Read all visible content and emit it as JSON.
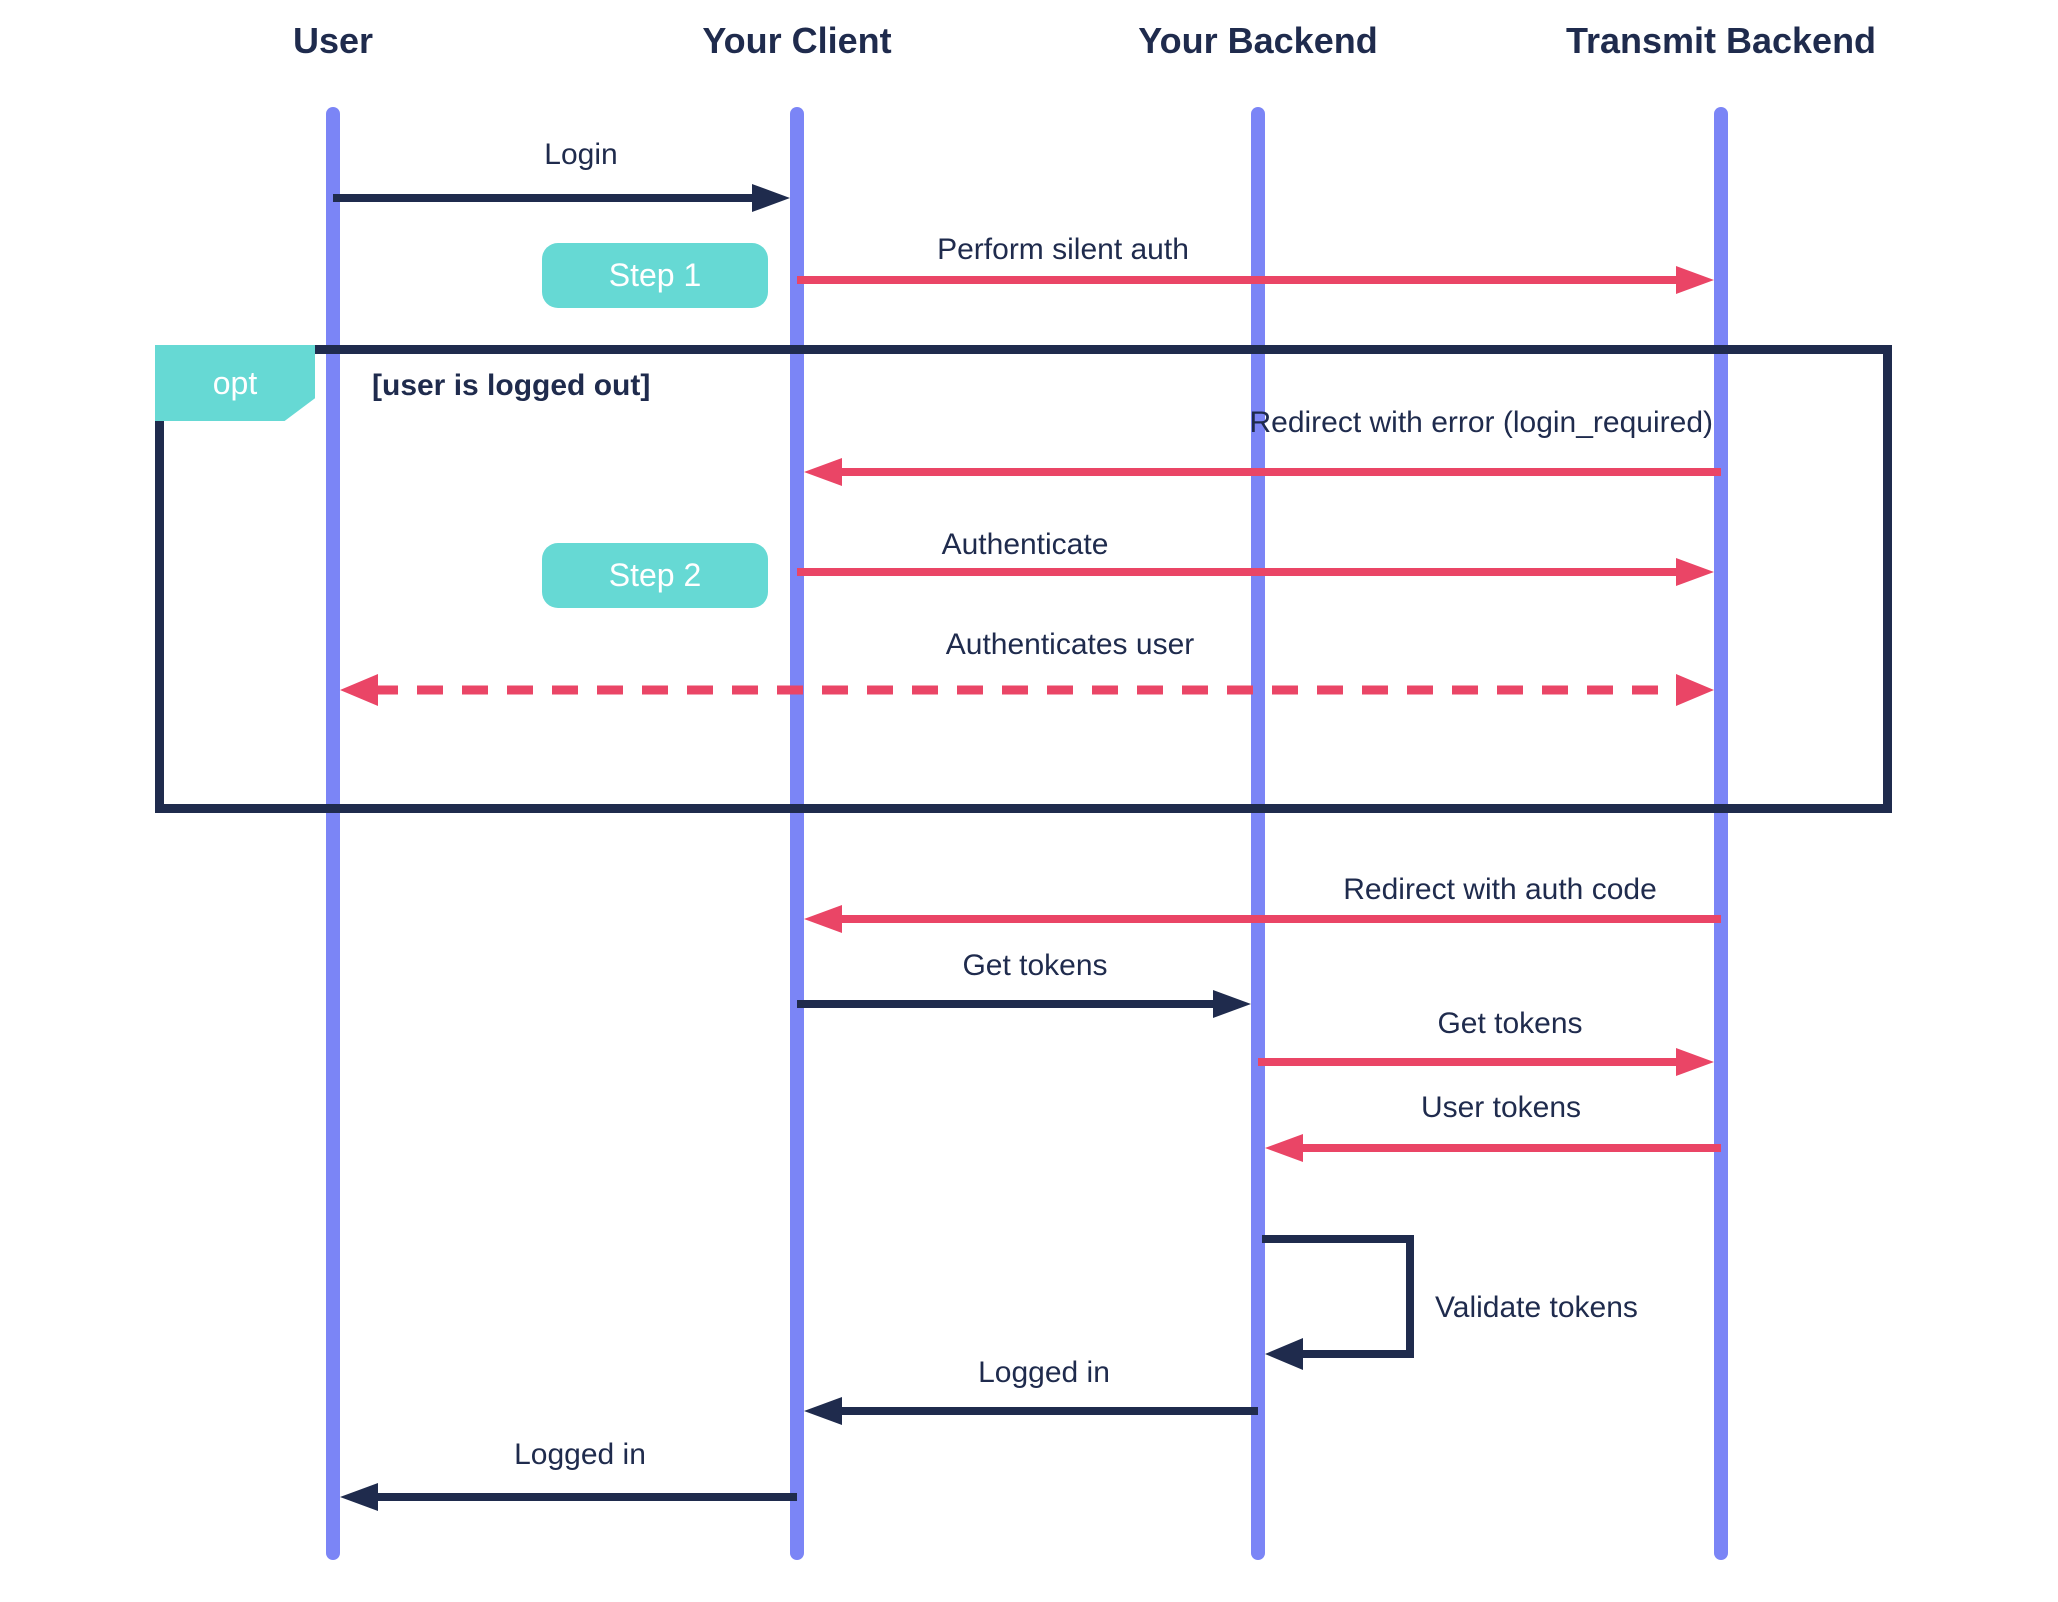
{
  "diagram": {
    "type": "sequence-diagram",
    "actors": [
      {
        "name": "User"
      },
      {
        "name": "Your Client"
      },
      {
        "name": "Your Backend"
      },
      {
        "name": "Transmit Backend"
      }
    ],
    "steps": [
      {
        "label": "Step 1"
      },
      {
        "label": "Step 2"
      }
    ],
    "opt": {
      "keyword": "opt",
      "condition": "[user is logged out]"
    },
    "messages": [
      {
        "from": "User",
        "to": "Your Client",
        "label": "Login",
        "style": "solid-dark"
      },
      {
        "from": "Your Client",
        "to": "Transmit Backend",
        "label": "Perform silent auth",
        "style": "solid-red",
        "step": "Step 1"
      },
      {
        "from": "Transmit Backend",
        "to": "Your Client",
        "label": "Redirect with error (login_required)",
        "style": "solid-red",
        "in_opt": true
      },
      {
        "from": "Your Client",
        "to": "Transmit Backend",
        "label": "Authenticate",
        "style": "solid-red",
        "step": "Step 2",
        "in_opt": true
      },
      {
        "from": "Transmit Backend",
        "to": "User",
        "label": "Authenticates user",
        "style": "dashed-red-double-arrow",
        "in_opt": true
      },
      {
        "from": "Transmit Backend",
        "to": "Your Client",
        "label": "Redirect with auth code",
        "style": "solid-red"
      },
      {
        "from": "Your Client",
        "to": "Your Backend",
        "label": "Get tokens",
        "style": "solid-dark"
      },
      {
        "from": "Your Backend",
        "to": "Transmit Backend",
        "label": "Get tokens",
        "style": "solid-red"
      },
      {
        "from": "Transmit Backend",
        "to": "Your Backend",
        "label": "User tokens",
        "style": "solid-red"
      },
      {
        "from": "Your Backend",
        "to": "Your Backend",
        "label": "Validate tokens",
        "style": "self-loop-dark"
      },
      {
        "from": "Your Backend",
        "to": "Your Client",
        "label": "Logged in",
        "style": "solid-dark"
      },
      {
        "from": "Your Client",
        "to": "User",
        "label": "Logged in",
        "style": "solid-dark"
      }
    ],
    "colors": {
      "lifeline": "#7b85f6",
      "dark": "#1f2b4d",
      "red": "#ea4566",
      "teal": "#66d9d4",
      "background": "#ffffff"
    }
  }
}
